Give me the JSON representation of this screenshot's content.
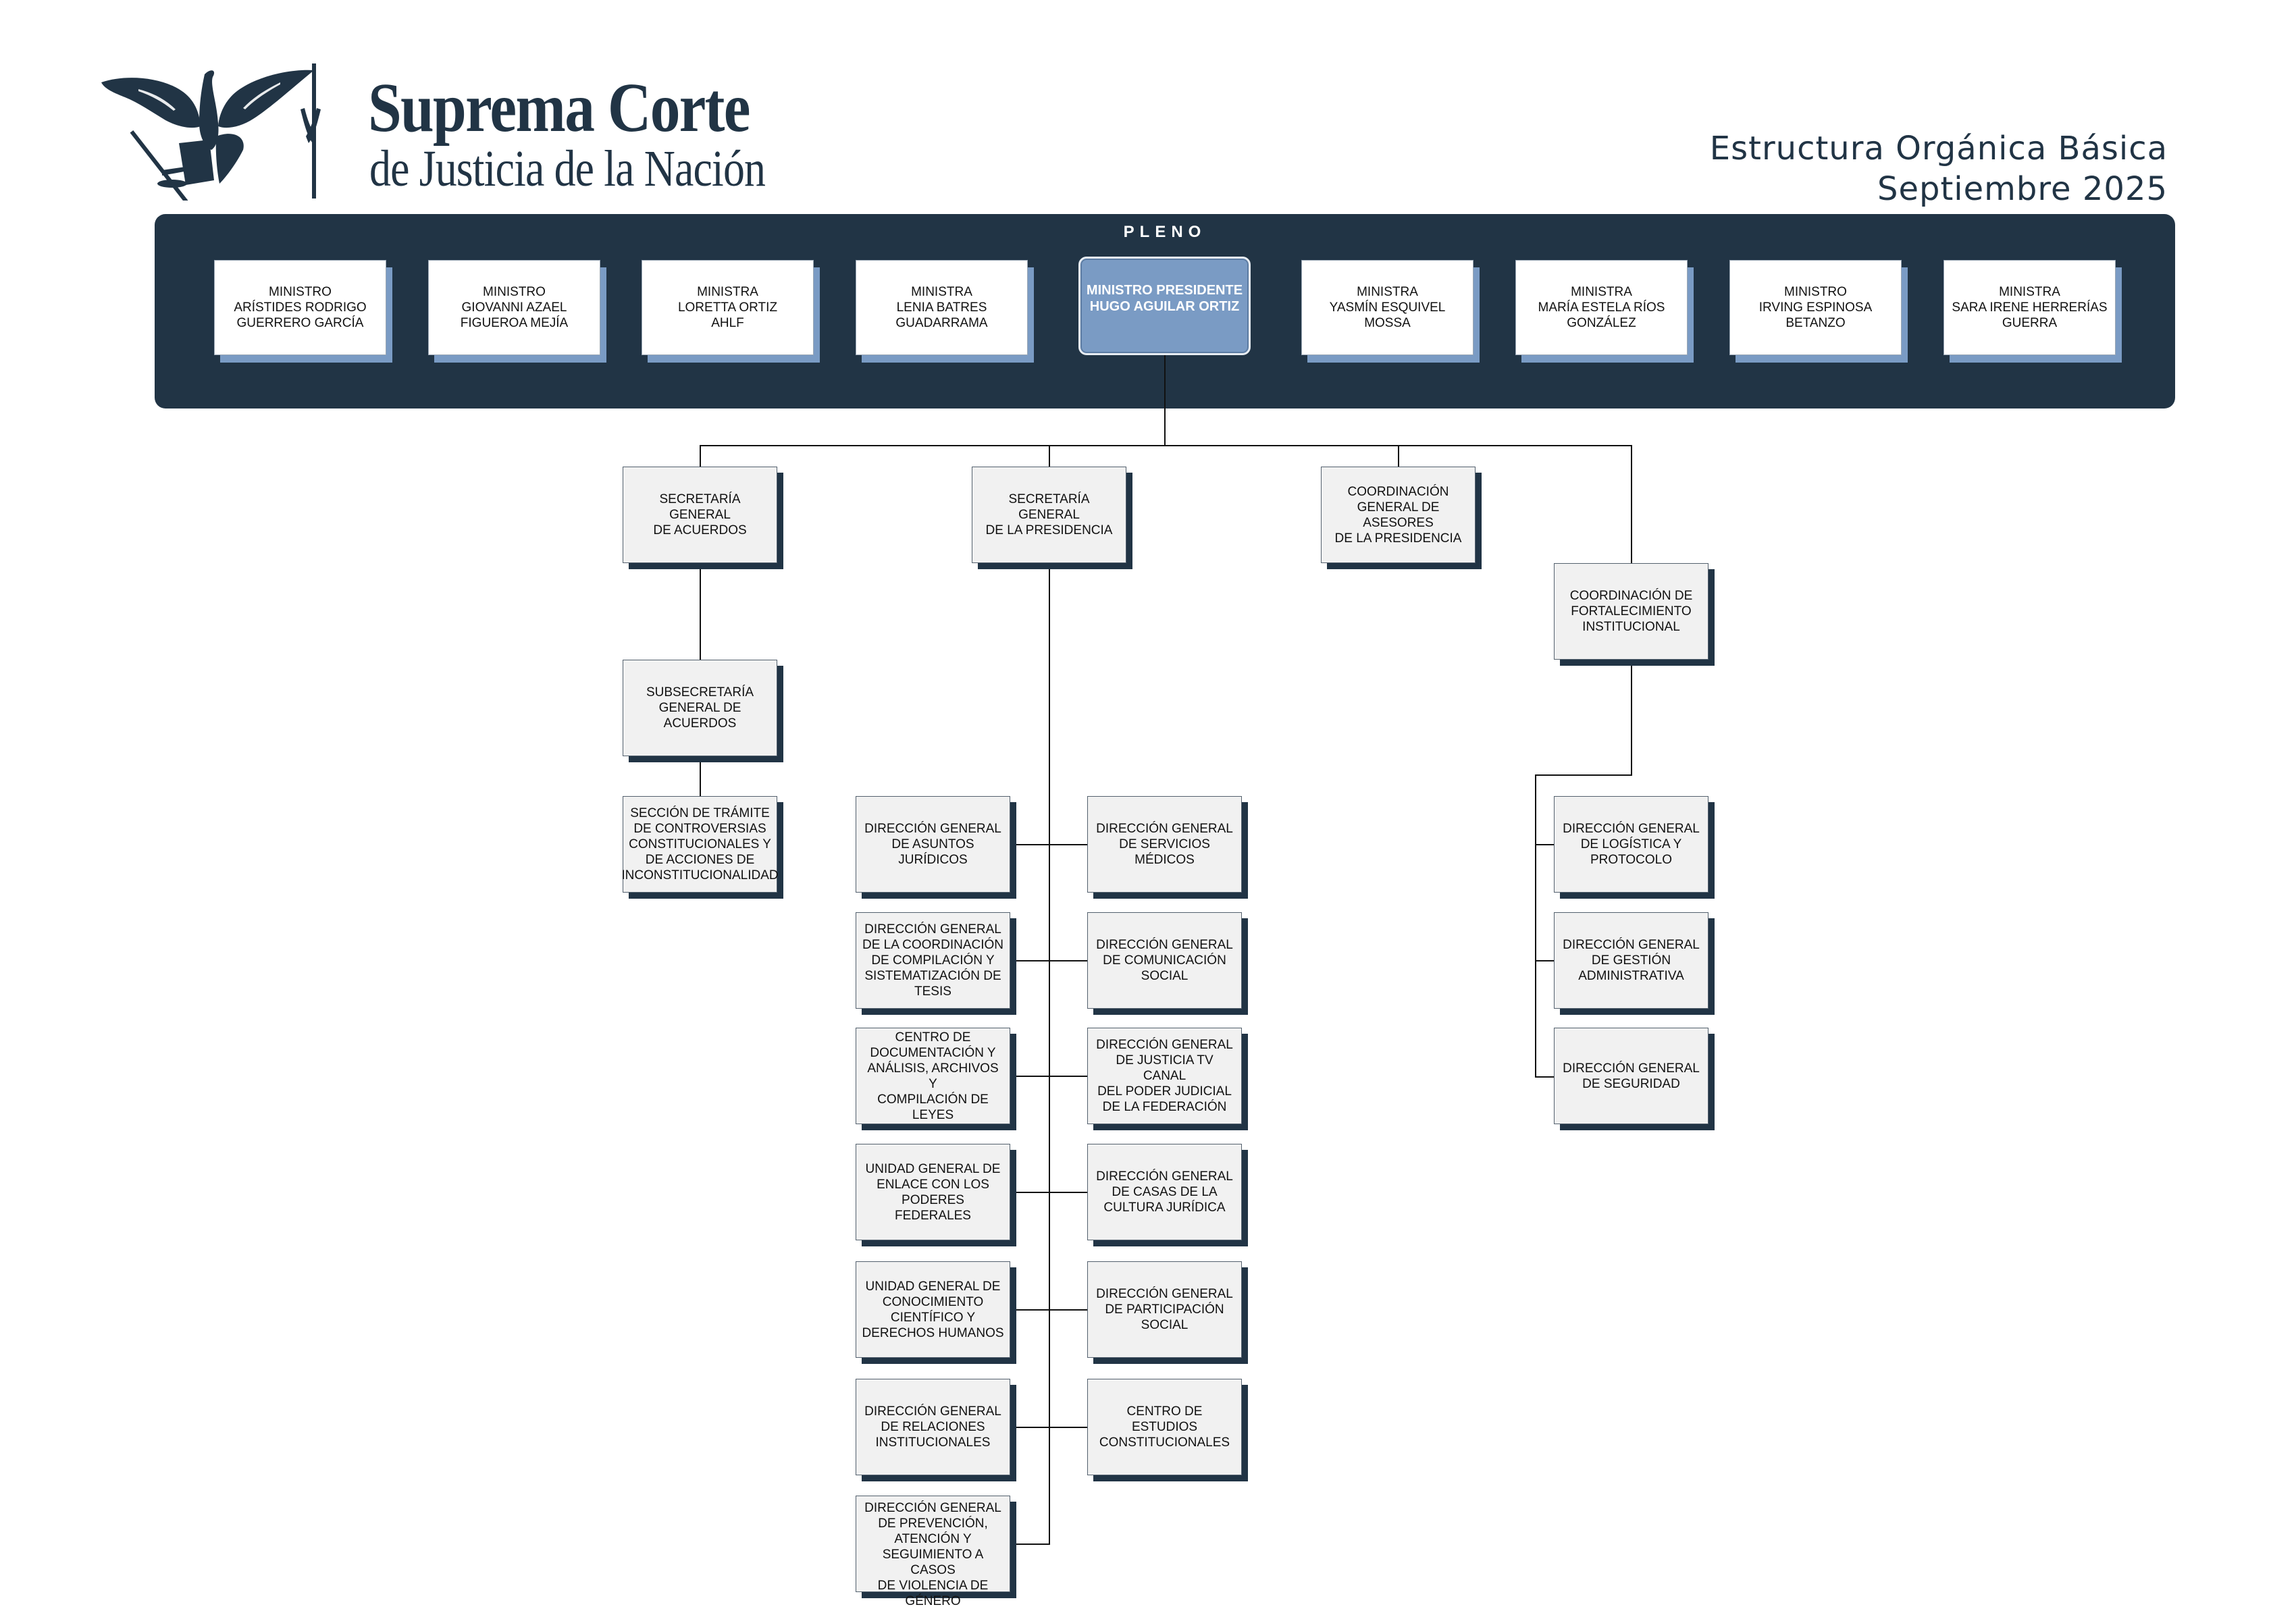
{
  "header": {
    "logo_icon": "scjn-eagle-emblem-icon",
    "brand_line1": "Suprema Corte",
    "brand_line2": "de Justicia de la Nación",
    "title_line1": "Estructura Orgánica Básica",
    "title_line2": "Septiembre 2025"
  },
  "colors": {
    "band": "#213445",
    "president_fill": "#7a9bc4",
    "minister_shadow": "#7a9bc4",
    "unit_fill": "#f1f1f1",
    "unit_shadow": "#213445"
  },
  "pleno": {
    "label": "PLENO",
    "president": "MINISTRO PRESIDENTE\nHUGO AGUILAR ORTIZ",
    "ministers_left": [
      "MINISTRO\nARÍSTIDES RODRIGO\nGUERRERO GARCÍA",
      "MINISTRO\nGIOVANNI AZAEL\nFIGUEROA MEJÍA",
      "MINISTRA\nLORETTA ORTIZ\nAHLF",
      "MINISTRA\nLENIA BATRES\nGUADARRAMA"
    ],
    "ministers_right": [
      "MINISTRA\nYASMÍN ESQUIVEL MOSSA",
      "MINISTRA\nMARÍA ESTELA RÍOS\nGONZÁLEZ",
      "MINISTRO\nIRVING ESPINOSA\nBETANZO",
      "MINISTRA\nSARA IRENE HERRERÍAS\nGUERRA"
    ]
  },
  "level2": {
    "sga": "SECRETARÍA GENERAL\nDE ACUERDOS",
    "sgp": "SECRETARÍA GENERAL\nDE LA PRESIDENCIA",
    "cgap": "COORDINACIÓN\nGENERAL DE ASESORES\nDE LA PRESIDENCIA",
    "cfi": "COORDINACIÓN DE\nFORTALECIMIENTO\nINSTITUCIONAL"
  },
  "sga_branch": {
    "subsecretaria": "SUBSECRETARÍA\nGENERAL DE\nACUERDOS",
    "seccion": "SECCIÓN DE TRÁMITE\nDE CONTROVERSIAS\nCONSTITUCIONALES Y\nDE ACCIONES DE\nINCONSTITUCIONALIDAD"
  },
  "sgp_branch": {
    "left": [
      "DIRECCIÓN GENERAL\nDE ASUNTOS\nJURÍDICOS",
      "DIRECCIÓN GENERAL\nDE LA COORDINACIÓN\nDE COMPILACIÓN Y\nSISTEMATIZACIÓN DE\nTESIS",
      "CENTRO DE\nDOCUMENTACIÓN Y\nANÁLISIS, ARCHIVOS Y\nCOMPILACIÓN DE\nLEYES",
      "UNIDAD GENERAL DE\nENLACE CON LOS\nPODERES FEDERALES",
      "UNIDAD GENERAL DE\nCONOCIMIENTO\nCIENTÍFICO Y\nDERECHOS HUMANOS",
      "DIRECCIÓN GENERAL\nDE RELACIONES\nINSTITUCIONALES",
      "DIRECCIÓN GENERAL\nDE PREVENCIÓN,\nATENCIÓN Y\nSEGUIMIENTO A CASOS\nDE VIOLENCIA DE\nGÉNERO"
    ],
    "right": [
      "DIRECCIÓN GENERAL\nDE SERVICIOS MÉDICOS",
      "DIRECCIÓN GENERAL\nDE COMUNICACIÓN\nSOCIAL",
      "DIRECCIÓN GENERAL\nDE JUSTICIA TV CANAL\nDEL PODER JUDICIAL\nDE LA FEDERACIÓN",
      "DIRECCIÓN GENERAL\nDE CASAS DE LA\nCULTURA JURÍDICA",
      "DIRECCIÓN GENERAL\nDE PARTICIPACIÓN\nSOCIAL",
      "CENTRO DE ESTUDIOS\nCONSTITUCIONALES"
    ]
  },
  "cfi_branch": [
    "DIRECCIÓN GENERAL\nDE LOGÍSTICA Y\nPROTOCOLO",
    "DIRECCIÓN GENERAL\nDE GESTIÓN\nADMINISTRATIVA",
    "DIRECCIÓN GENERAL\nDE SEGURIDAD"
  ]
}
